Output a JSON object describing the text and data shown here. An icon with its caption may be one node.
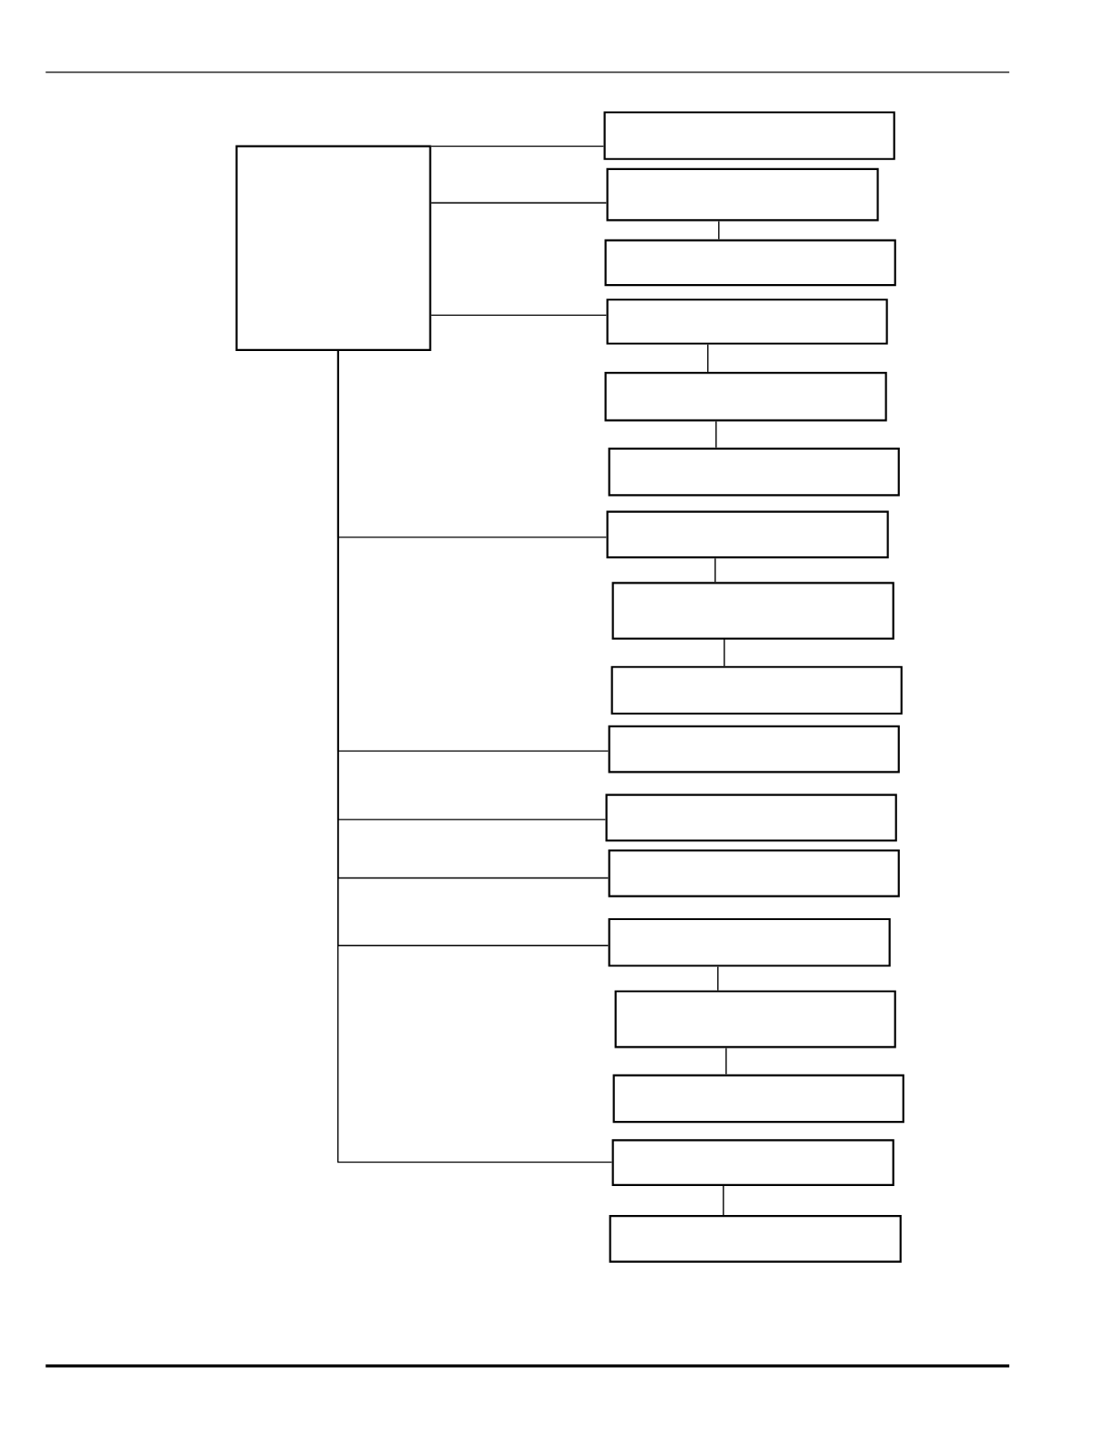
{
  "diagram": {
    "nodes": [
      {
        "text": [],
        "shape": "box"
      },
      {
        "text": [],
        "shape": "box"
      },
      {
        "text": [],
        "shape": "box"
      },
      {
        "text": [],
        "shape": "box"
      },
      {
        "text": [],
        "shape": "box"
      },
      {
        "text": [],
        "shape": "box"
      },
      {
        "text": [],
        "shape": "box"
      },
      {
        "text": [],
        "shape": "box"
      },
      {
        "text": [],
        "shape": "box"
      },
      {
        "text": [],
        "shape": "box"
      },
      {
        "text": [],
        "shape": "box"
      },
      {
        "text": [],
        "shape": "box"
      },
      {
        "text": [],
        "shape": "box"
      },
      {
        "text": [],
        "shape": "box"
      },
      {
        "text": [],
        "shape": "box"
      },
      {
        "text": [],
        "shape": "box"
      },
      {
        "text": [],
        "shape": "box"
      },
      {
        "text": [],
        "shape": "box"
      }
    ],
    "edges": [
      {
        "from": 0,
        "to": 1,
        "arrow": "none"
      },
      {
        "from": 0,
        "to": 2,
        "arrow": "none"
      },
      {
        "from": 2,
        "to": 3,
        "arrow": "none"
      },
      {
        "from": 0,
        "to": 4,
        "arrow": "none"
      },
      {
        "from": 4,
        "to": 5,
        "arrow": "none"
      },
      {
        "from": 5,
        "to": 6,
        "arrow": "none"
      },
      {
        "from": 0,
        "to": 7,
        "arrow": "none"
      },
      {
        "from": 7,
        "to": 8,
        "arrow": "none"
      },
      {
        "from": 8,
        "to": 9,
        "arrow": "none"
      },
      {
        "from": 0,
        "to": 10,
        "arrow": "none"
      },
      {
        "from": 0,
        "to": 11,
        "arrow": "none"
      },
      {
        "from": 0,
        "to": 12,
        "arrow": "none"
      },
      {
        "from": 0,
        "to": 13,
        "arrow": "none"
      },
      {
        "from": 13,
        "to": 14,
        "arrow": "none"
      },
      {
        "from": 14,
        "to": 15,
        "arrow": "none"
      },
      {
        "from": 0,
        "to": 16,
        "arrow": "none"
      },
      {
        "from": 16,
        "to": 17,
        "arrow": "none"
      }
    ]
  }
}
